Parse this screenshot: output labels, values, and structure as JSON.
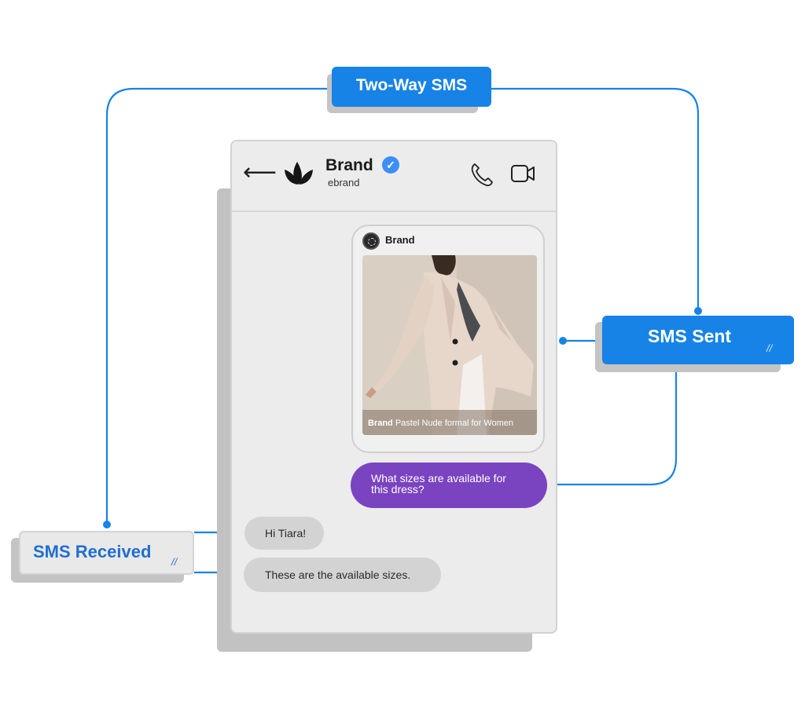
{
  "title": "Two-Way SMS",
  "labels": {
    "sent": "SMS Sent",
    "received": "SMS Received",
    "check_mark": "//"
  },
  "phone": {
    "brand_name": "Brand",
    "handle": "ebrand",
    "back_icon": "arrow-left-icon",
    "logo_icon": "leaf-logo-icon",
    "verified_icon": "verified-check-icon",
    "call_icon": "phone-icon",
    "video_icon": "video-camera-icon"
  },
  "product_card": {
    "sender": "Brand",
    "caption_brand": "Brand",
    "caption_text": "Pastel Nude formal for Women"
  },
  "messages": {
    "outgoing_line1": "What sizes are available for",
    "outgoing_line2": "this dress?",
    "incoming_1": "Hi Tiara!",
    "incoming_2": "These are the available sizes."
  },
  "colors": {
    "accent_blue": "#1783e6",
    "outgoing_bubble": "#7a43c0",
    "incoming_bubble": "#d3d3d3",
    "connector": "#1783e6"
  }
}
